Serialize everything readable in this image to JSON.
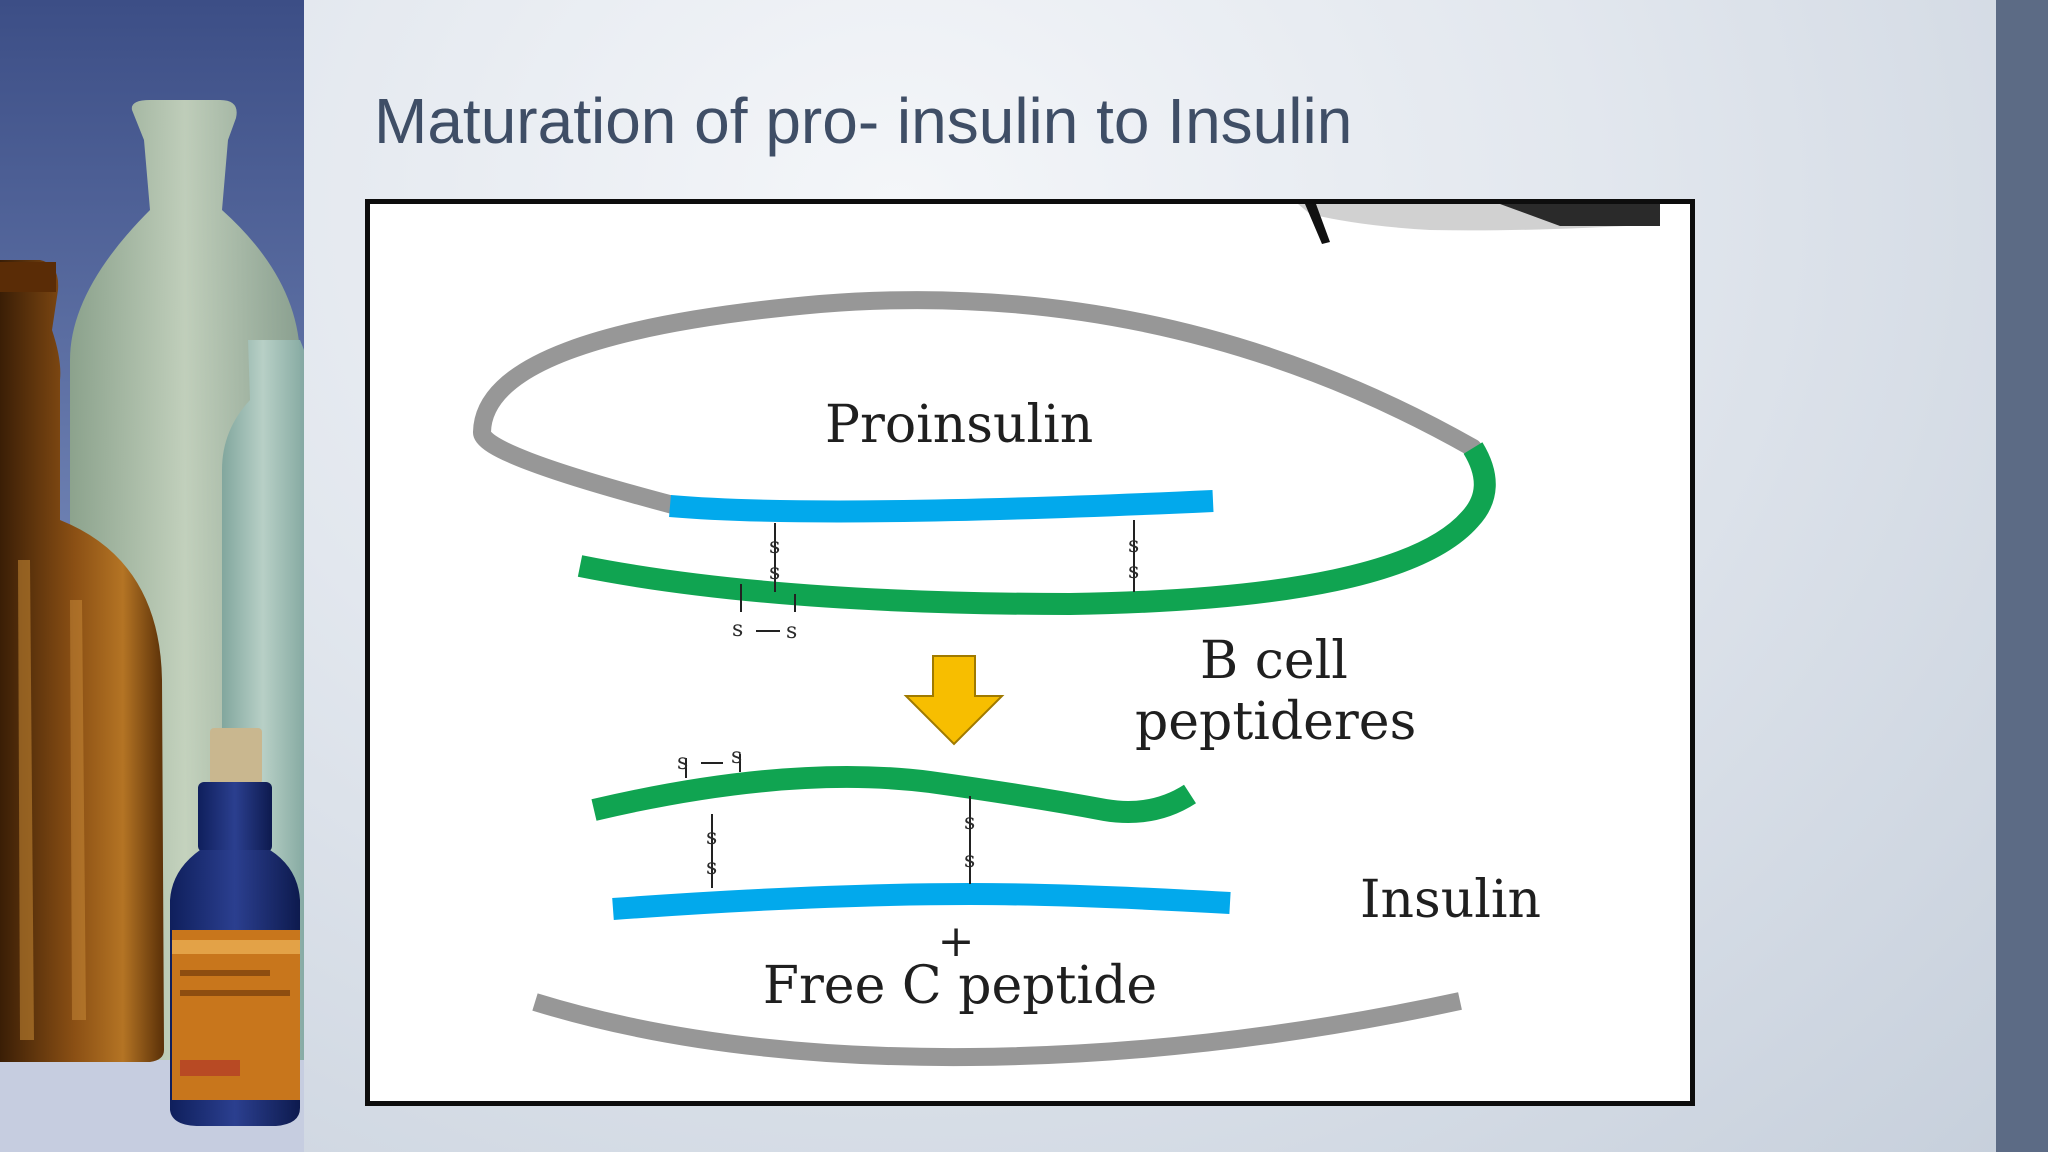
{
  "slide": {
    "title": "Maturation of pro- insulin to Insulin"
  },
  "diagram": {
    "labels": {
      "proinsulin": "Proinsulin",
      "enzyme_line1": "B cell",
      "enzyme_line2": "peptideres",
      "insulin": "Insulin",
      "plus": "+",
      "free_c_peptide": "Free C peptide"
    },
    "disulfide": "s"
  },
  "colors": {
    "a_chain": "#02a9ec",
    "b_chain": "#10a451",
    "c_peptide": "#979797",
    "arrow": "#f7be00",
    "title": "#3f4e66",
    "accent_bar": "#5c6b85"
  }
}
